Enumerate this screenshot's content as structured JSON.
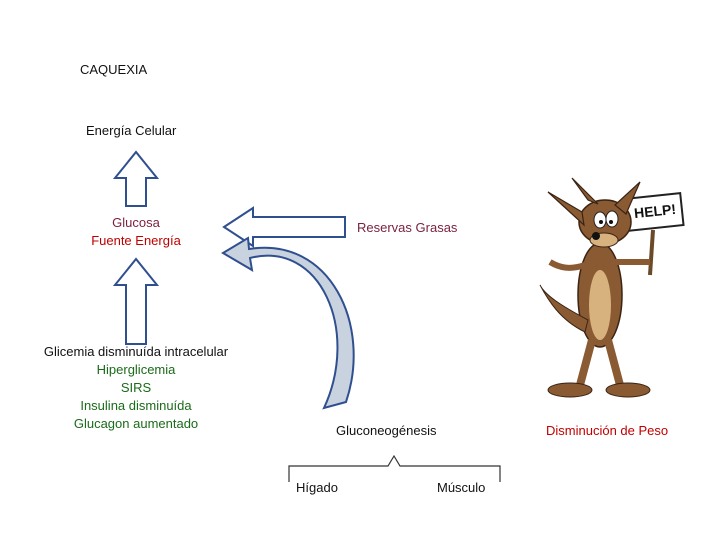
{
  "title": "CAQUEXIA",
  "nodes": {
    "cellular_energy": "Energía Celular",
    "glucose": "Glucosa",
    "energy_source": "Fuente Energía",
    "fat_reserves": "Reservas Grasas",
    "causes": [
      "Glicemia disminuída intracelular",
      "Hiperglicemia",
      "SIRS",
      "Insulina disminuída",
      "Glucagon aumentado"
    ],
    "gluconeogenesis": "Gluconeogénesis",
    "liver": "Hígado",
    "muscle": "Músculo",
    "weight_loss": "Disminución de Peso",
    "help_sign": "HELP!"
  },
  "colors": {
    "text": "#111111",
    "glucose": "#7a1f3d",
    "energy_source": "#c00000",
    "fat_reserves": "#7a1f3d",
    "causes_first": "#111111",
    "causes_green": "#1a6b1a",
    "weight_loss": "#c00000",
    "arrow_fill": "#ffffff",
    "arrow_stroke": "#2f4f8f",
    "curve_fill": "#c9d3e0"
  }
}
